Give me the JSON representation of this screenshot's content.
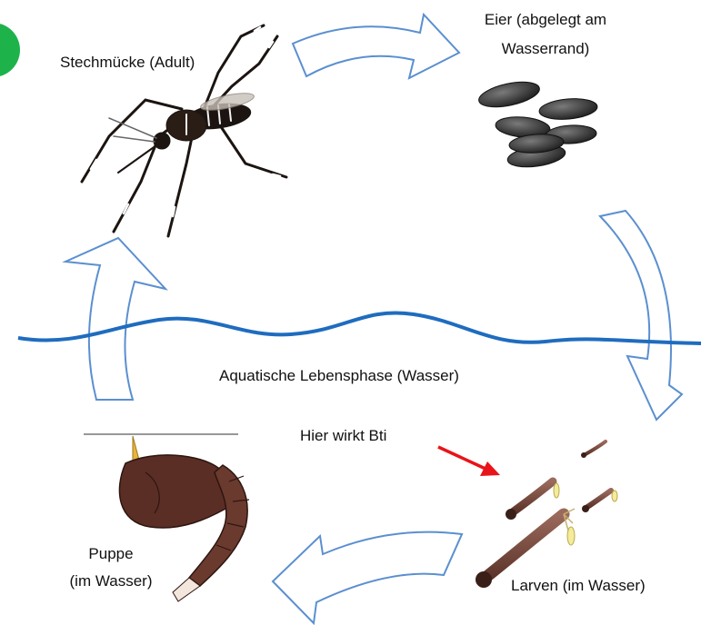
{
  "labels": {
    "adult": "Stechmücke (Adult)",
    "eggs_line1": "Eier (abgelegt am",
    "eggs_line2": "Wasserrand)",
    "aquatic_phase": "Aquatische Lebensphase (Wasser)",
    "bti": "Hier wirkt Bti",
    "pupa_line1": "Puppe",
    "pupa_line2": "(im Wasser)",
    "larvae": "Larven (im Wasser)"
  },
  "colors": {
    "arrow_stroke": "#5b8fd0",
    "water_line": "#1f6cbf",
    "bti_arrow": "#e8141a",
    "corner_badge": "#1db34a",
    "egg": "#3a3a3a",
    "pupa": "#5a2e24",
    "larva": "#7a4a3e",
    "mosquito": "#1b1410"
  },
  "icons": {
    "adult": "mosquito-icon",
    "eggs": "eggs-icon",
    "larvae": "larva-icon",
    "pupa": "pupa-icon"
  }
}
